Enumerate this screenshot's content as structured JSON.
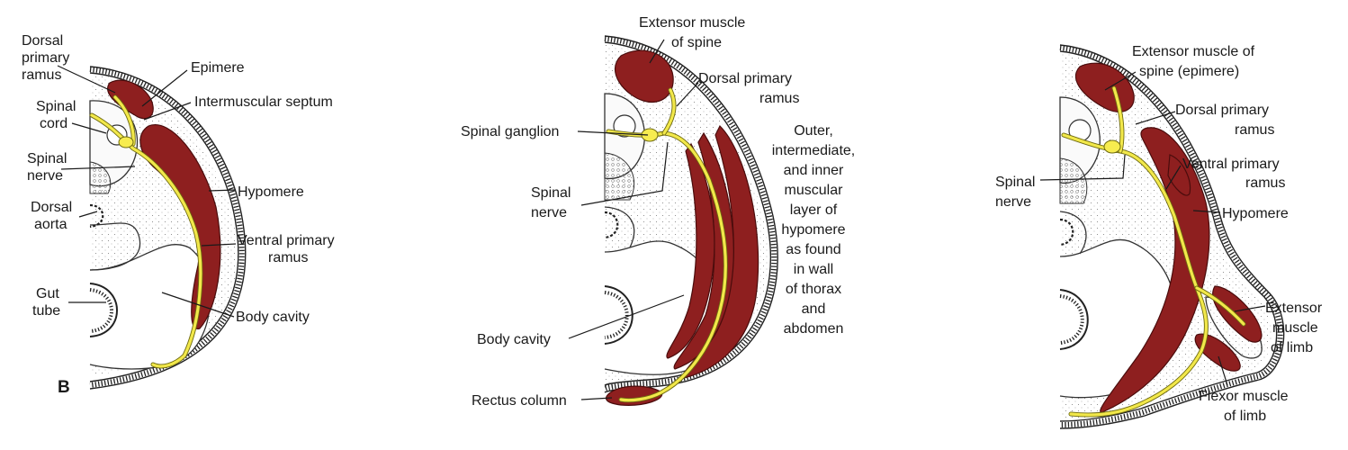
{
  "panels": {
    "left": {
      "panel_letter": "B",
      "labels": {
        "dorsal_primary_ramus_1": "Dorsal",
        "dorsal_primary_ramus_2": "primary",
        "dorsal_primary_ramus_3": "ramus",
        "epimere": "Epimere",
        "intermuscular_septum": "Intermuscular septum",
        "spinal_cord_1": "Spinal",
        "spinal_cord_2": "cord",
        "spinal_nerve_1": "Spinal",
        "spinal_nerve_2": "nerve",
        "hypomere": "Hypomere",
        "dorsal_aorta_1": "Dorsal",
        "dorsal_aorta_2": "aorta",
        "ventral_primary_ramus_1": "Ventral primary",
        "ventral_primary_ramus_2": "ramus",
        "gut_tube_1": "Gut",
        "gut_tube_2": "tube",
        "body_cavity": "Body cavity"
      }
    },
    "middle": {
      "labels": {
        "extensor_muscle_1": "Extensor muscle",
        "extensor_muscle_2": "of spine",
        "dorsal_primary_ramus_1": "Dorsal primary",
        "dorsal_primary_ramus_2": "ramus",
        "spinal_ganglion": "Spinal ganglion",
        "spinal_nerve_1": "Spinal",
        "spinal_nerve_2": "nerve",
        "layers": [
          "Outer,",
          "intermediate,",
          "and inner",
          "muscular",
          "layer of",
          "hypomere",
          "as found",
          "in wall",
          "of thorax",
          "and",
          "abdomen"
        ],
        "body_cavity": "Body cavity",
        "rectus_column": "Rectus column"
      }
    },
    "right": {
      "labels": {
        "extensor_spine_1": "Extensor muscle of",
        "extensor_spine_2": "spine (epimere)",
        "dorsal_primary_ramus_1": "Dorsal primary",
        "dorsal_primary_ramus_2": "ramus",
        "spinal_nerve_1": "Spinal",
        "spinal_nerve_2": "nerve",
        "ventral_primary_ramus_1": "Ventral primary",
        "ventral_primary_ramus_2": "ramus",
        "hypomere": "Hypomere",
        "extensor_limb_1": "Extensor",
        "extensor_limb_2": "muscle",
        "extensor_limb_3": "of limb",
        "flexor_limb_1": "Flexor muscle",
        "flexor_limb_2": "of limb"
      }
    }
  },
  "colors": {
    "muscle": "#8e1f1f",
    "nerve": "#f2e84a",
    "background": "#ffffff"
  }
}
